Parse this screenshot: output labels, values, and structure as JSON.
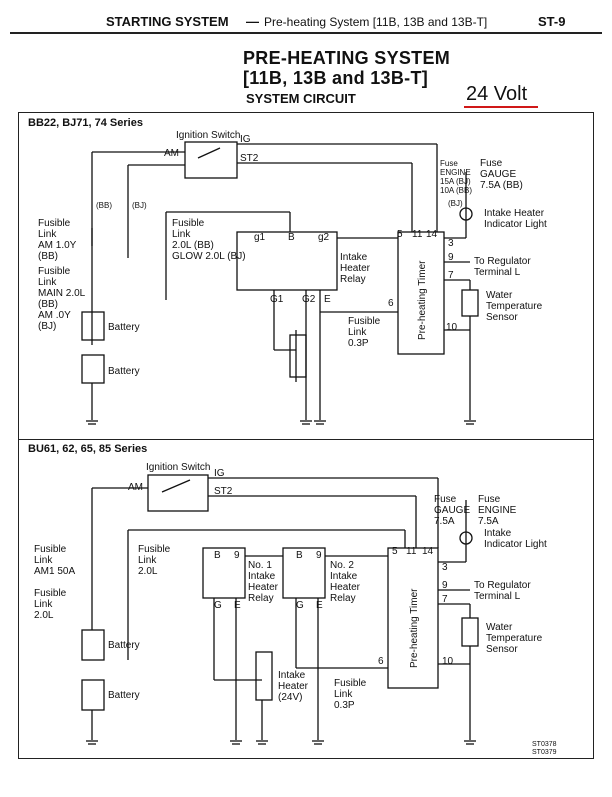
{
  "header": {
    "section": "STARTING SYSTEM",
    "dash": "—",
    "subtitle": "Pre-heating System [11B, 13B and 13B-T]",
    "page": "ST-9"
  },
  "title": {
    "line1": "PRE-HEATING SYSTEM",
    "line2": "[11B, 13B and 13B-T]",
    "circuit": "SYSTEM CIRCUIT",
    "voltage": "24 Volt"
  },
  "colors": {
    "line": "#111111",
    "accent": "#d01818",
    "paper": "#ffffff"
  },
  "top_panel": {
    "series": "BB22, BJ71, 74 Series",
    "ignition_switch": "Ignition Switch",
    "am": "AM",
    "ig": "IG",
    "st2": "ST2",
    "bb": "(BB)",
    "bj": "(BJ)",
    "bj2": "(BJ)",
    "fusible_link_am_1": "Fusible",
    "fusible_link_am_2": "Link",
    "fusible_link_am_3": "AM 1.0Y",
    "fusible_link_am_4": "(BB)",
    "fusible_link_main_1": "Fusible",
    "fusible_link_main_2": "Link",
    "fusible_link_main_3": "MAIN 2.0L",
    "fusible_link_main_4": "(BB)",
    "fusible_link_main_5": "AM .0Y",
    "fusible_link_main_6": "(BJ)",
    "fusible_link_glow_1": "Fusible",
    "fusible_link_glow_2": "Link",
    "fusible_link_glow_3": "2.0L (BB)",
    "fusible_link_glow_4": "GLOW 2.0L (BJ)",
    "battery1": "Battery",
    "battery2": "Battery",
    "g1": "g1",
    "b": "B",
    "g2": "g2",
    "G1": "G1",
    "G2": "G2",
    "e": "E",
    "relay_1": "Intake",
    "relay_2": "Heater",
    "relay_3": "Relay",
    "fuse_engine_1": "Fuse",
    "fuse_engine_2": "ENGINE",
    "fuse_engine_3": "15A (BJ)",
    "fuse_engine_4": "10A (BB)",
    "fuse_gauge_1": "Fuse",
    "fuse_gauge_2": "GAUGE",
    "fuse_gauge_3": "7.5A (BB)",
    "indicator_1": "Intake Heater",
    "indicator_2": "Indicator Light",
    "timer": "Pre-heating Timer",
    "pin5": "5",
    "pin11": "11",
    "pin14": "14",
    "pin3": "3",
    "pin9": "9",
    "pin7": "7",
    "pin6": "6",
    "pin10": "10",
    "regulator_1": "To Regulator",
    "regulator_2": "Terminal L",
    "water_1": "Water",
    "water_2": "Temperature",
    "water_3": "Sensor",
    "fusible_link_p_1": "Fusible",
    "fusible_link_p_2": "Link",
    "fusible_link_p_3": "0.3P"
  },
  "bottom_panel": {
    "series": "BU61, 62, 65, 85 Series",
    "ignition_switch": "Ignition Switch",
    "am": "AM",
    "ig": "IG",
    "st2": "ST2",
    "fusible_am1_1": "Fusible",
    "fusible_am1_2": "Link",
    "fusible_am1_3": "AM1 50A",
    "fusible_2_1": "Fusible",
    "fusible_2_2": "Link",
    "fusible_2_3": "2.0L",
    "fusible_3_1": "Fusible",
    "fusible_3_2": "Link",
    "fusible_3_3": "2.0L",
    "battery1": "Battery",
    "battery2": "Battery",
    "relay1_1": "No. 1",
    "relay1_2": "Intake",
    "relay1_3": "Heater",
    "relay1_4": "Relay",
    "relay2_1": "No. 2",
    "relay2_2": "Intake",
    "relay2_3": "Heater",
    "relay2_4": "Relay",
    "b1": "B",
    "p9a": "9",
    "gA": "G",
    "eA": "E",
    "b2": "B",
    "p9b": "9",
    "gB": "G",
    "eB": "E",
    "heater_1": "Intake",
    "heater_2": "Heater",
    "heater_3": "(24V)",
    "fusible_p_1": "Fusible",
    "fusible_p_2": "Link",
    "fusible_p_3": "0.3P",
    "fuse_gauge_1": "Fuse",
    "fuse_gauge_2": "GAUGE",
    "fuse_gauge_3": "7.5A",
    "fuse_engine_1": "Fuse",
    "fuse_engine_2": "ENGINE",
    "fuse_engine_3": "7.5A",
    "indicator_1": "Intake",
    "indicator_2": "Indicator Light",
    "timer": "Pre-heating Timer",
    "pin5": "5",
    "pin11": "11",
    "pin14": "14",
    "pin3": "3",
    "pin9": "9",
    "pin7": "7",
    "pin6": "6",
    "pin10": "10",
    "regulator_1": "To Regulator",
    "regulator_2": "Terminal L",
    "water_1": "Water",
    "water_2": "Temperature",
    "water_3": "Sensor"
  },
  "codes": {
    "code1": "ST0378",
    "code2": "ST0379"
  }
}
